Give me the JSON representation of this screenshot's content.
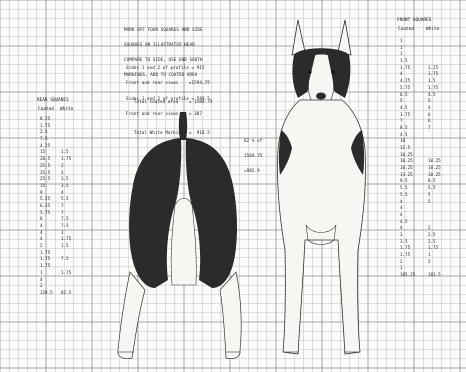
{
  "notes": {
    "intro": [
      "MARK OFF FOUR SQUARES AND SIDE",
      "SQUARES ON ILLUSTRATED HEAD",
      "COMPARE TO SIDE, USE END SOUTH",
      "MARKINGS, ADD TO COATED AREA"
    ],
    "calc1": [
      "Sides 1 and 2 of profile = 915",
      "Front and rear views    =1594.75",
      "   Total coated area    = 1584.75"
    ],
    "calc2": [
      "Sides 1 and 2 of profile = 589.5",
      "Front and rear views    = 387",
      "   Total White Markings =  918.5"
    ],
    "result": [
      "62 % of",
      "1584.75",
      "=982.9"
    ]
  },
  "left_table": {
    "title": "REAR SQUARES",
    "headers": [
      "Coated",
      "White"
    ],
    "coated": [
      "8.25",
      "1.75",
      "2.5",
      "7.5",
      "4.25",
      "15",
      "20.5",
      "25.5",
      "25.5",
      "25.5",
      "15",
      "9",
      "5.25",
      "6.25",
      "5.75",
      "6",
      "4",
      "4",
      "4",
      "2",
      "1.75",
      "1.75",
      "1.75",
      "1",
      "4",
      "2",
      "128.5"
    ],
    "white": [
      "",
      "",
      "",
      "",
      "",
      "1.5",
      "1.75",
      "2",
      "3",
      "3.5",
      "3.5",
      "4",
      "5.5",
      "7",
      "7",
      "7.5",
      "7.5",
      "3",
      "1.75",
      "1.5",
      "",
      "7.5",
      "",
      "1.75",
      "",
      "",
      "82.5"
    ]
  },
  "right_table": {
    "title": "FRONT SQUARES",
    "headers": [
      "Coated",
      "White"
    ],
    "coated": [
      "1",
      "1",
      "1",
      "1.5",
      "1.75",
      "4",
      "4.25",
      "5.75",
      "6.5",
      "5",
      "4.5",
      "3.75",
      "7",
      "8.5",
      "4.5",
      "10",
      "12.5",
      "10.25",
      "10.25",
      "10.25",
      "13.25",
      "9.5",
      "5.5",
      "5.5",
      "4",
      "4",
      "4",
      "4.5",
      "4",
      "3",
      "3.5",
      "1.75",
      "1.75",
      "2",
      "1",
      "105.25"
    ],
    "white": [
      "",
      "",
      "",
      "",
      "1.25",
      "1.75",
      "1.5",
      "1.75",
      "4.5",
      "5",
      "4",
      "6",
      "6",
      "7",
      "",
      "",
      "",
      "",
      "10.25",
      "10.25",
      "10.25",
      "8.5",
      "5.5",
      "5",
      "5",
      "",
      "",
      "",
      "2",
      "2.5",
      "2.5",
      "1.75",
      "1",
      "2",
      "",
      "183.5"
    ]
  },
  "colors": {
    "grid": "#b9b9b4",
    "gridBold": "#8f8f8a",
    "ink": "#1c1c1c",
    "coat": "#2b2b2b"
  }
}
